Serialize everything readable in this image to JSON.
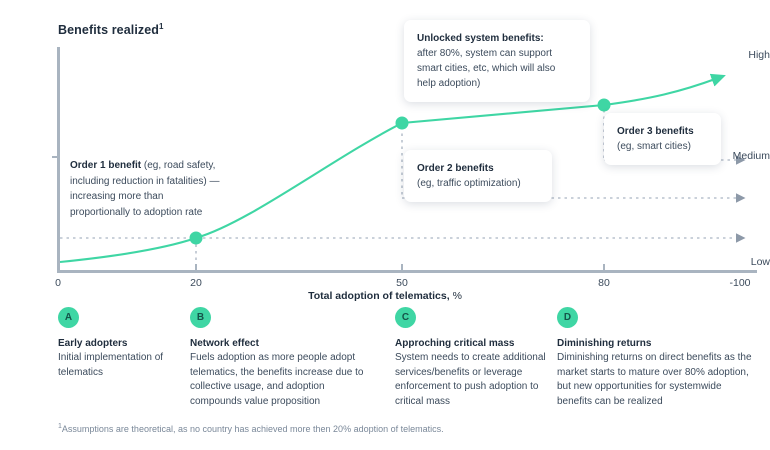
{
  "header": {
    "title": "Benefits realized",
    "title_superscript": "1"
  },
  "chart_data": {
    "type": "line",
    "title": "Benefits realized",
    "xlabel": "Total adoption of telematics",
    "xlabel_unit": "%",
    "ylabel": "",
    "x_ticks": [
      "0",
      "20",
      "50",
      "80",
      "-100"
    ],
    "y_ticks": [
      "High",
      "Medium",
      "Low"
    ],
    "grid": false,
    "legend_position": "bottom",
    "series": [
      {
        "name": "Benefits realized",
        "color": "#3fd6a4",
        "points": [
          {
            "x": 0,
            "y": "Low",
            "label": ""
          },
          {
            "x": 20,
            "y": "Low",
            "label": "A"
          },
          {
            "x": 50,
            "y": "Medium-High",
            "label": "C"
          },
          {
            "x": 80,
            "y": "High",
            "label": "D"
          },
          {
            "x": 100,
            "y": "High",
            "label": ""
          }
        ]
      }
    ],
    "markers": [
      {
        "x": 20,
        "note": "Order 1 benefit inflection"
      },
      {
        "x": 50,
        "note": "Order 2 benefits"
      },
      {
        "x": 80,
        "note": "Order 3 benefits"
      }
    ],
    "annotations": [
      {
        "id": "order1",
        "bold": "Order 1 benefit",
        "text": " (eg, road safety, including reduction in fatalities) — increasing more than proportionally to adoption rate"
      },
      {
        "id": "unlocked",
        "title": "Unlocked system benefits:",
        "body": "after 80%, system can support smart cities, etc, which will also help adoption)"
      },
      {
        "id": "order2",
        "title": "Order 2 benefits",
        "body": "(eg, traffic optimization)"
      },
      {
        "id": "order3",
        "title": "Order 3 benefits",
        "body": "(eg, smart cities)"
      }
    ]
  },
  "axis": {
    "y_high": "High",
    "y_medium": "Medium",
    "y_low": "Low",
    "x0": "0",
    "x20": "20",
    "x50": "50",
    "x80": "80",
    "x100": "-100",
    "x_title_bold": "Total adoption of telematics,",
    "x_title_unit": " %"
  },
  "legend": {
    "items": [
      {
        "badge": "A",
        "title": "Early adopters",
        "body": "Initial implementation of telematics"
      },
      {
        "badge": "B",
        "title": "Network effect",
        "body": "Fuels adoption as more people adopt telematics, the benefits increase due to collective usage, and adoption compounds value proposition"
      },
      {
        "badge": "C",
        "title": "Approching critical mass",
        "body": "System needs to create additional services/benefits or leverage enforcement to push adoption to critical mass"
      },
      {
        "badge": "D",
        "title": "Diminishing returns",
        "body": "Diminishing returns on direct benefits as the market starts to mature over 80% adoption, but new opportunities for systemwide benefits can be realized"
      }
    ]
  },
  "footnote": {
    "marker": "1",
    "text": "Assumptions are theoretical, as no country has achieved more then 20% adoption of telematics."
  },
  "colors": {
    "accent": "#3fd6a4",
    "axis": "#a9b4c0",
    "text_dark": "#1f2d3d",
    "text_body": "#3c4b5c",
    "footnote": "#7a8899"
  }
}
